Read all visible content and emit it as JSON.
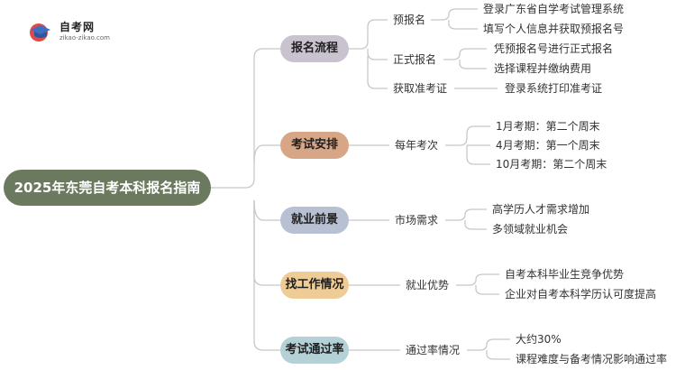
{
  "logo": {
    "title": "自考网",
    "subtitle": "zikao-zikao.com"
  },
  "root": "2025年东莞自考本科报名指南",
  "branches": [
    {
      "label": "报名流程",
      "subs": [
        {
          "label": "预报名",
          "leaves": [
            "登录广东省自学考试管理系统",
            "填写个人信息并获取预报名号"
          ]
        },
        {
          "label": "正式报名",
          "leaves": [
            "凭预报名号进行正式报名",
            "选择课程并缴纳费用"
          ]
        },
        {
          "label": "获取准考证",
          "leaves": [
            "登录系统打印准考证"
          ]
        }
      ]
    },
    {
      "label": "考试安排",
      "subs": [
        {
          "label": "每年考次",
          "leaves": [
            "1月考期：第二个周末",
            "4月考期：第一个周末",
            "10月考期：第二个周末"
          ]
        }
      ]
    },
    {
      "label": "就业前景",
      "subs": [
        {
          "label": "市场需求",
          "leaves": [
            "高学历人才需求增加",
            "多领域就业机会"
          ]
        }
      ]
    },
    {
      "label": "找工作情况",
      "subs": [
        {
          "label": "就业优势",
          "leaves": [
            "自考本科毕业生竞争优势",
            "企业对自考本科学历认可度提高"
          ]
        }
      ]
    },
    {
      "label": "考试通过率",
      "subs": [
        {
          "label": "通过率情况",
          "leaves": [
            "大约30%",
            "课程难度与备考情况影响通过率"
          ]
        }
      ]
    }
  ]
}
